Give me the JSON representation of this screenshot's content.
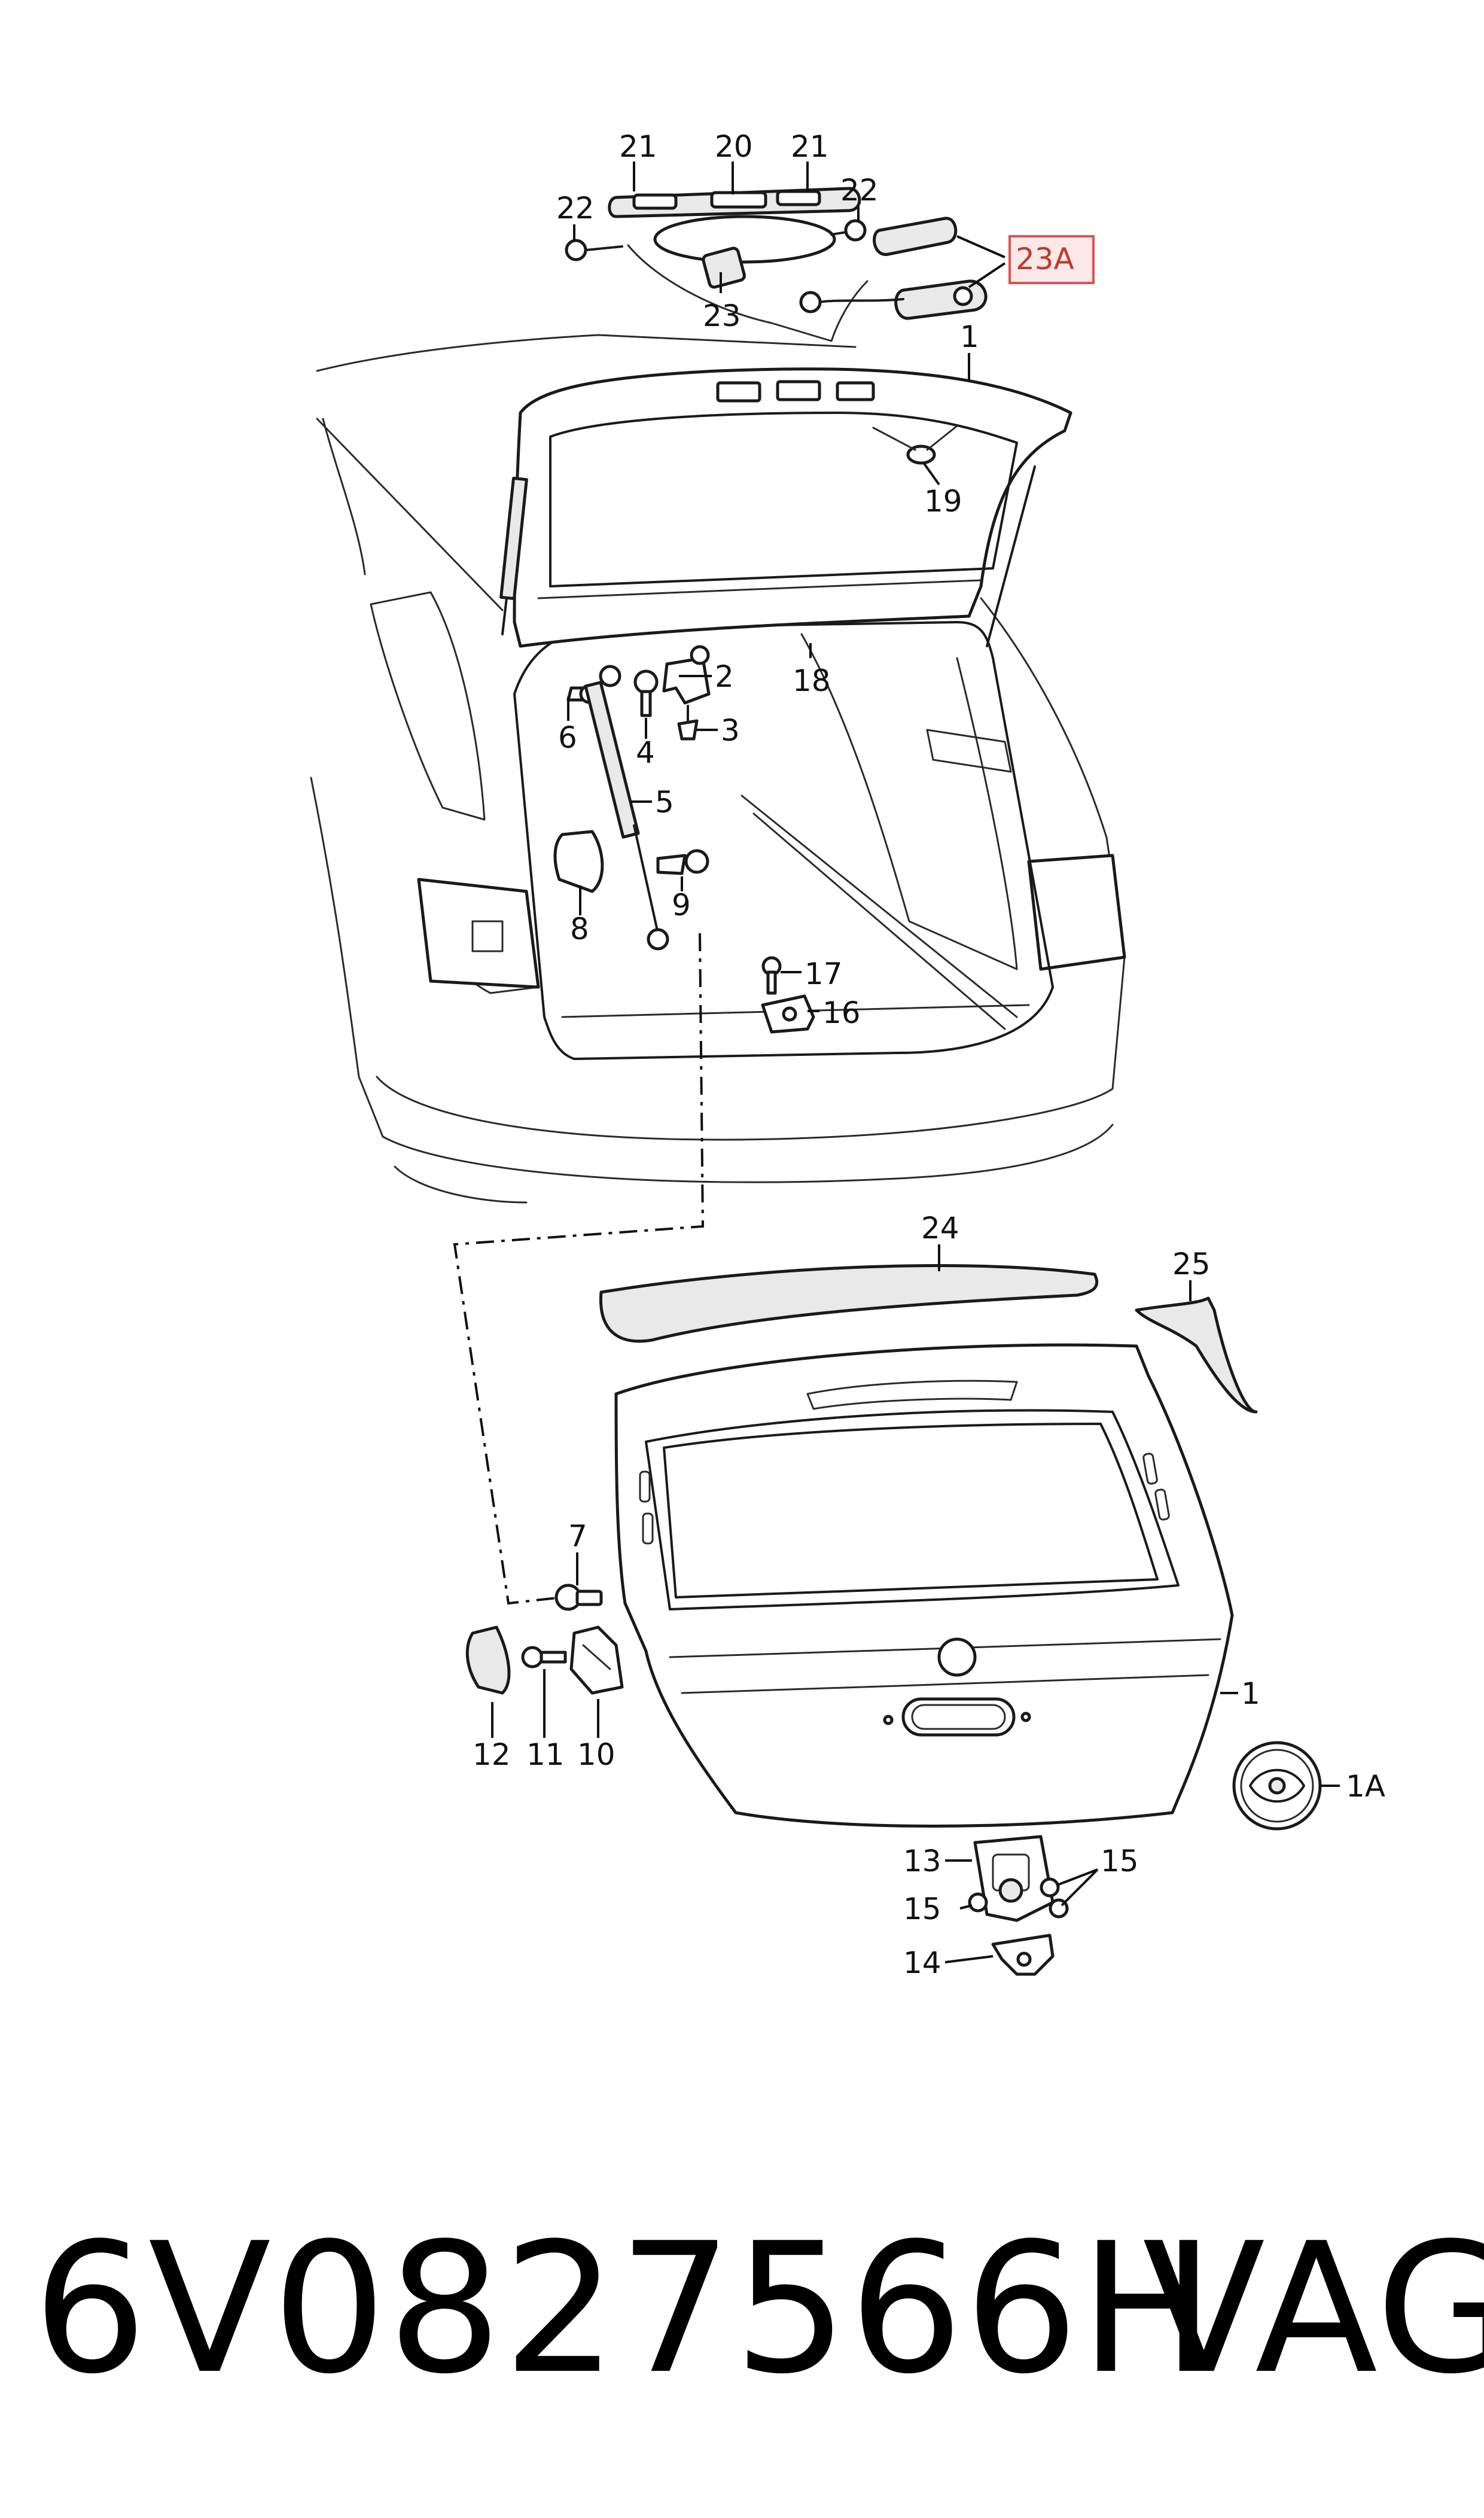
{
  "callouts": {
    "c1_top": "1",
    "c1_bottom": "1",
    "c1a": "1A",
    "c2": "2",
    "c3": "3",
    "c4": "4",
    "c5": "5",
    "c6": "6",
    "c7": "7",
    "c8": "8",
    "c9": "9",
    "c10": "10",
    "c11": "11",
    "c12": "12",
    "c13": "13",
    "c14": "14",
    "c15_left": "15",
    "c15_right": "15",
    "c16": "16",
    "c17": "17",
    "c18": "18",
    "c19": "19",
    "c20": "20",
    "c21_left": "21",
    "c21_right": "21",
    "c22_left": "22",
    "c22_right": "22",
    "c23": "23",
    "c23a": "23A",
    "c24": "24",
    "c25": "25"
  },
  "footer": {
    "part_number": "6V0827566H",
    "brand": "VAG"
  },
  "colors": {
    "line": "#1a1a1a",
    "highlight_fill": "#fde8e8",
    "highlight_stroke": "#e05050"
  }
}
